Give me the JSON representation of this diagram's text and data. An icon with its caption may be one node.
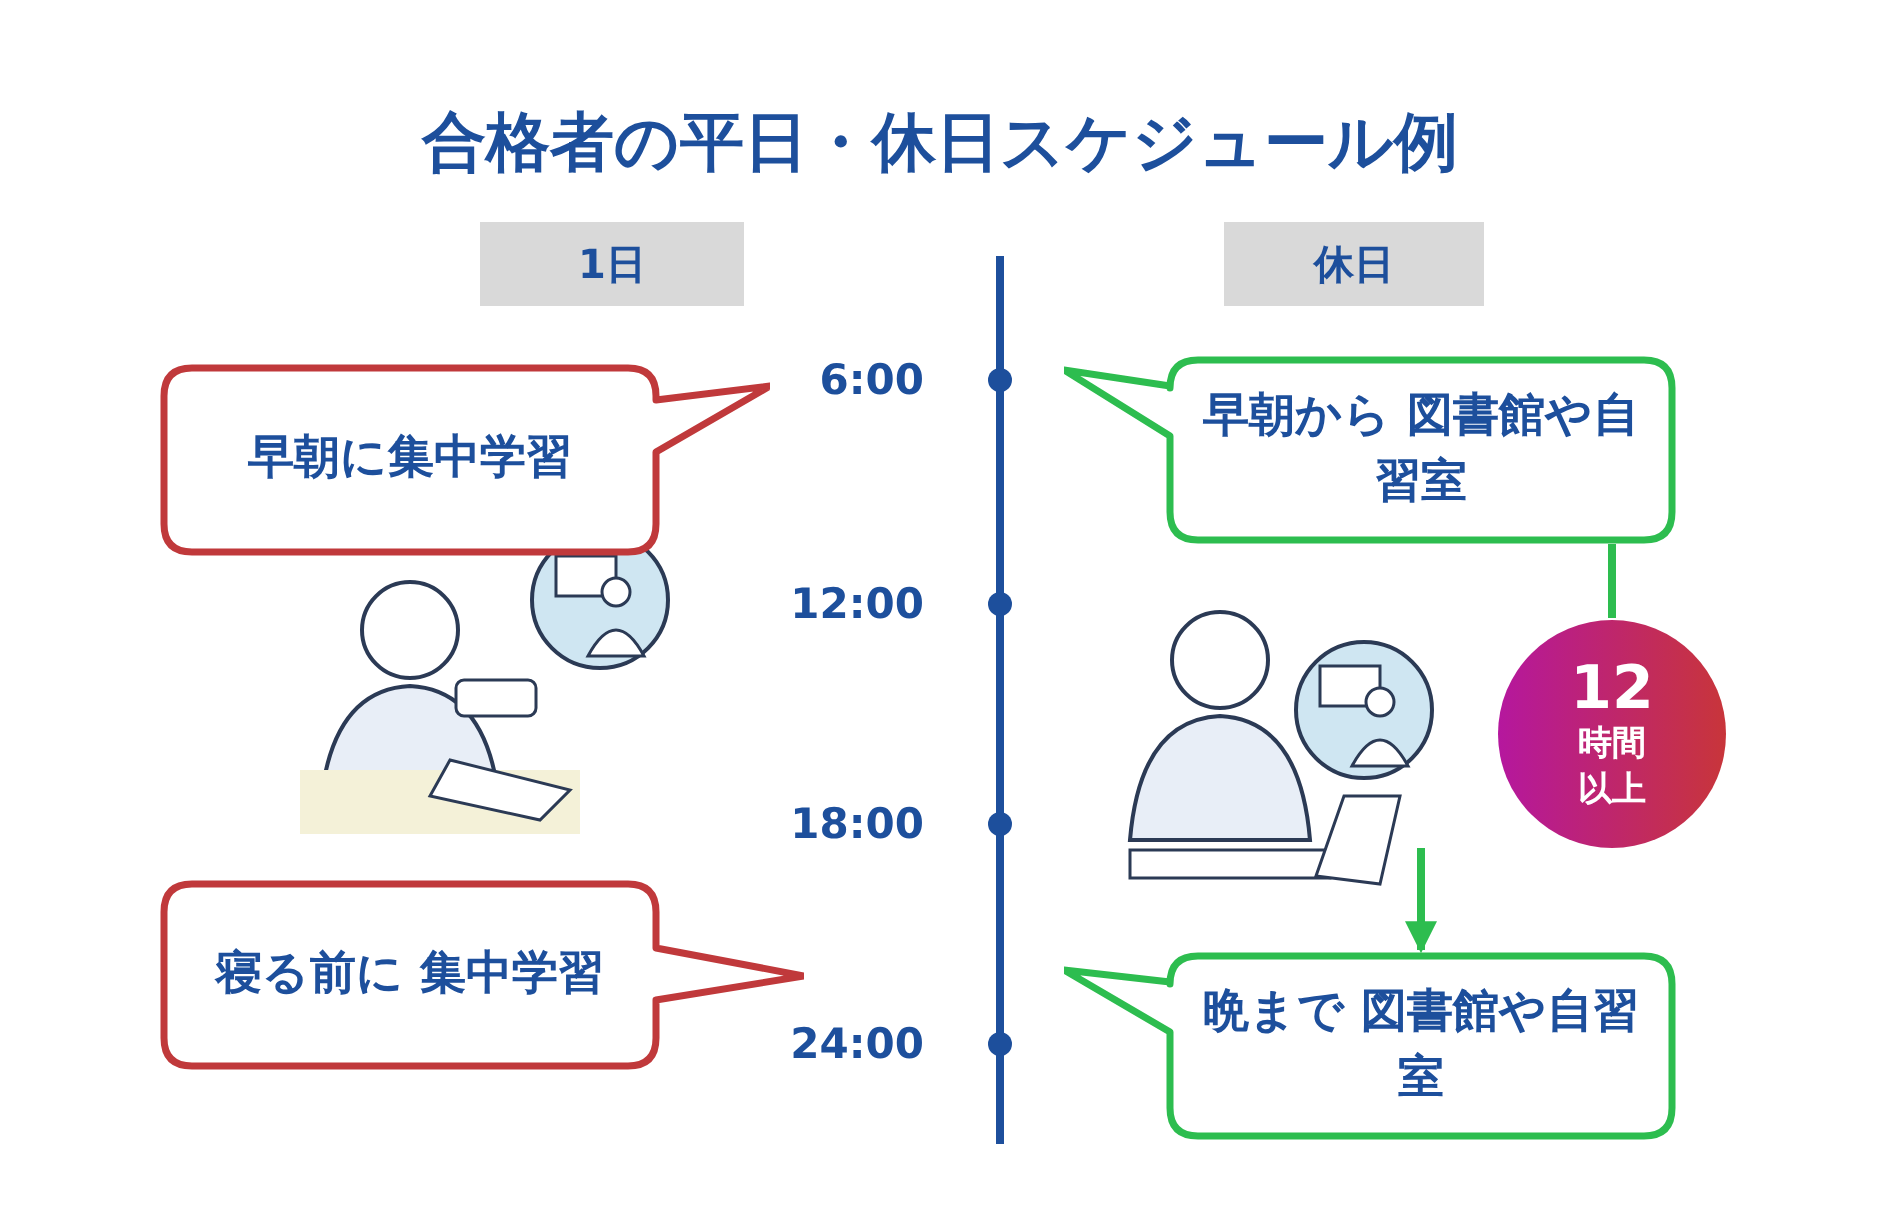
{
  "diagram": {
    "title": "合格者の平日・休日スケジュール例",
    "nodes": [
      {
        "text": [
          "早朝に集中学習"
        ]
      },
      {
        "text": [
          "早朝から 図書館や自習室"
        ]
      },
      {
        "text": [
          "12",
          "時間以上"
        ]
      },
      {
        "text": [
          "寝る前に 集中学習"
        ]
      },
      {
        "text": [
          "晩まで 図書館や自習室"
        ]
      }
    ],
    "edges": [
      {
        "from": 1,
        "to": 2,
        "arrow": "none",
        "color": "#2dbd4f"
      },
      {
        "from": 2,
        "to": 4,
        "arrow": "to",
        "color": "#2dbd4f"
      }
    ],
    "labels": [
      "1日",
      "休日",
      "6:00",
      "12:00",
      "18:00",
      "24:00"
    ]
  }
}
